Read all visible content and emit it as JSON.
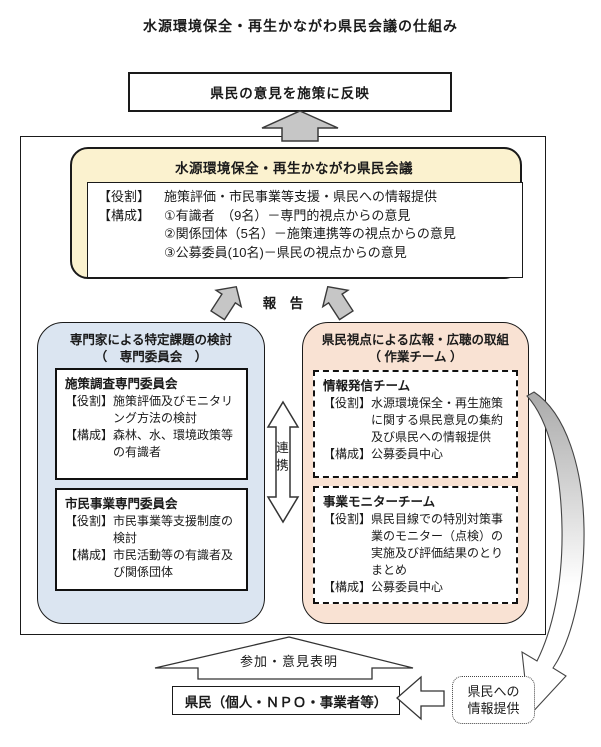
{
  "page_title": "水源環境保全・再生かながわ県民会議の仕組み",
  "top_box": {
    "label": "県民の意見を施策に反映"
  },
  "labels": {
    "role": "【役割】",
    "composition": "【構成】",
    "report": "報　告",
    "cooperation": "連携",
    "participation": "参加・意見表明"
  },
  "council": {
    "title": "水源環境保全・再生かながわ県民会議",
    "role_text": "施策評価・市民事業等支援・県民への情報提供",
    "members": [
      "①有識者　（9名）－専門的視点からの意見",
      "②関係団体（5名）－施策連携等の視点からの意見",
      "③公募委員(10名)－県民の視点からの意見"
    ]
  },
  "expert_panel": {
    "title": "専門家による特定課題の検討",
    "subtitle": "（　専門委員会　）",
    "committees": [
      {
        "name": "施策調査専門委員会",
        "role_text": "施策評価及びモニタリング方法の検討",
        "comp_text": "森林、水、環境政策等の有識者"
      },
      {
        "name": "市民事業専門委員会",
        "role_text": "市民事業等支援制度の検討",
        "comp_text": "市民活動等の有識者及び関係団体"
      }
    ]
  },
  "work_team": {
    "title": "県民視点による広報・広聴の取組",
    "subtitle": "（ 作業チーム ）",
    "teams": [
      {
        "name": "情報発信チーム",
        "role_text": "水源環境保全・再生施策に関する県民意見の集約及び県民への情報提供",
        "comp_text": "公募委員中心"
      },
      {
        "name": "事業モニターチーム",
        "role_text": "県民目線での特別対策事業のモニター（点検）の実施及び評価結果のとりまとめ",
        "comp_text": "公募委員中心"
      }
    ]
  },
  "citizens_box": {
    "label": "県民（個人・ＮＰＯ・事業者等）"
  },
  "info_box": {
    "line1": "県民への",
    "line2": "情報提供"
  },
  "colors": {
    "council_bg": "#FBF2CF",
    "expert_bg": "#DBE5F1",
    "team_bg": "#F9E2D3",
    "arrow_gray": "#C6C6C6",
    "line": "#333333"
  }
}
